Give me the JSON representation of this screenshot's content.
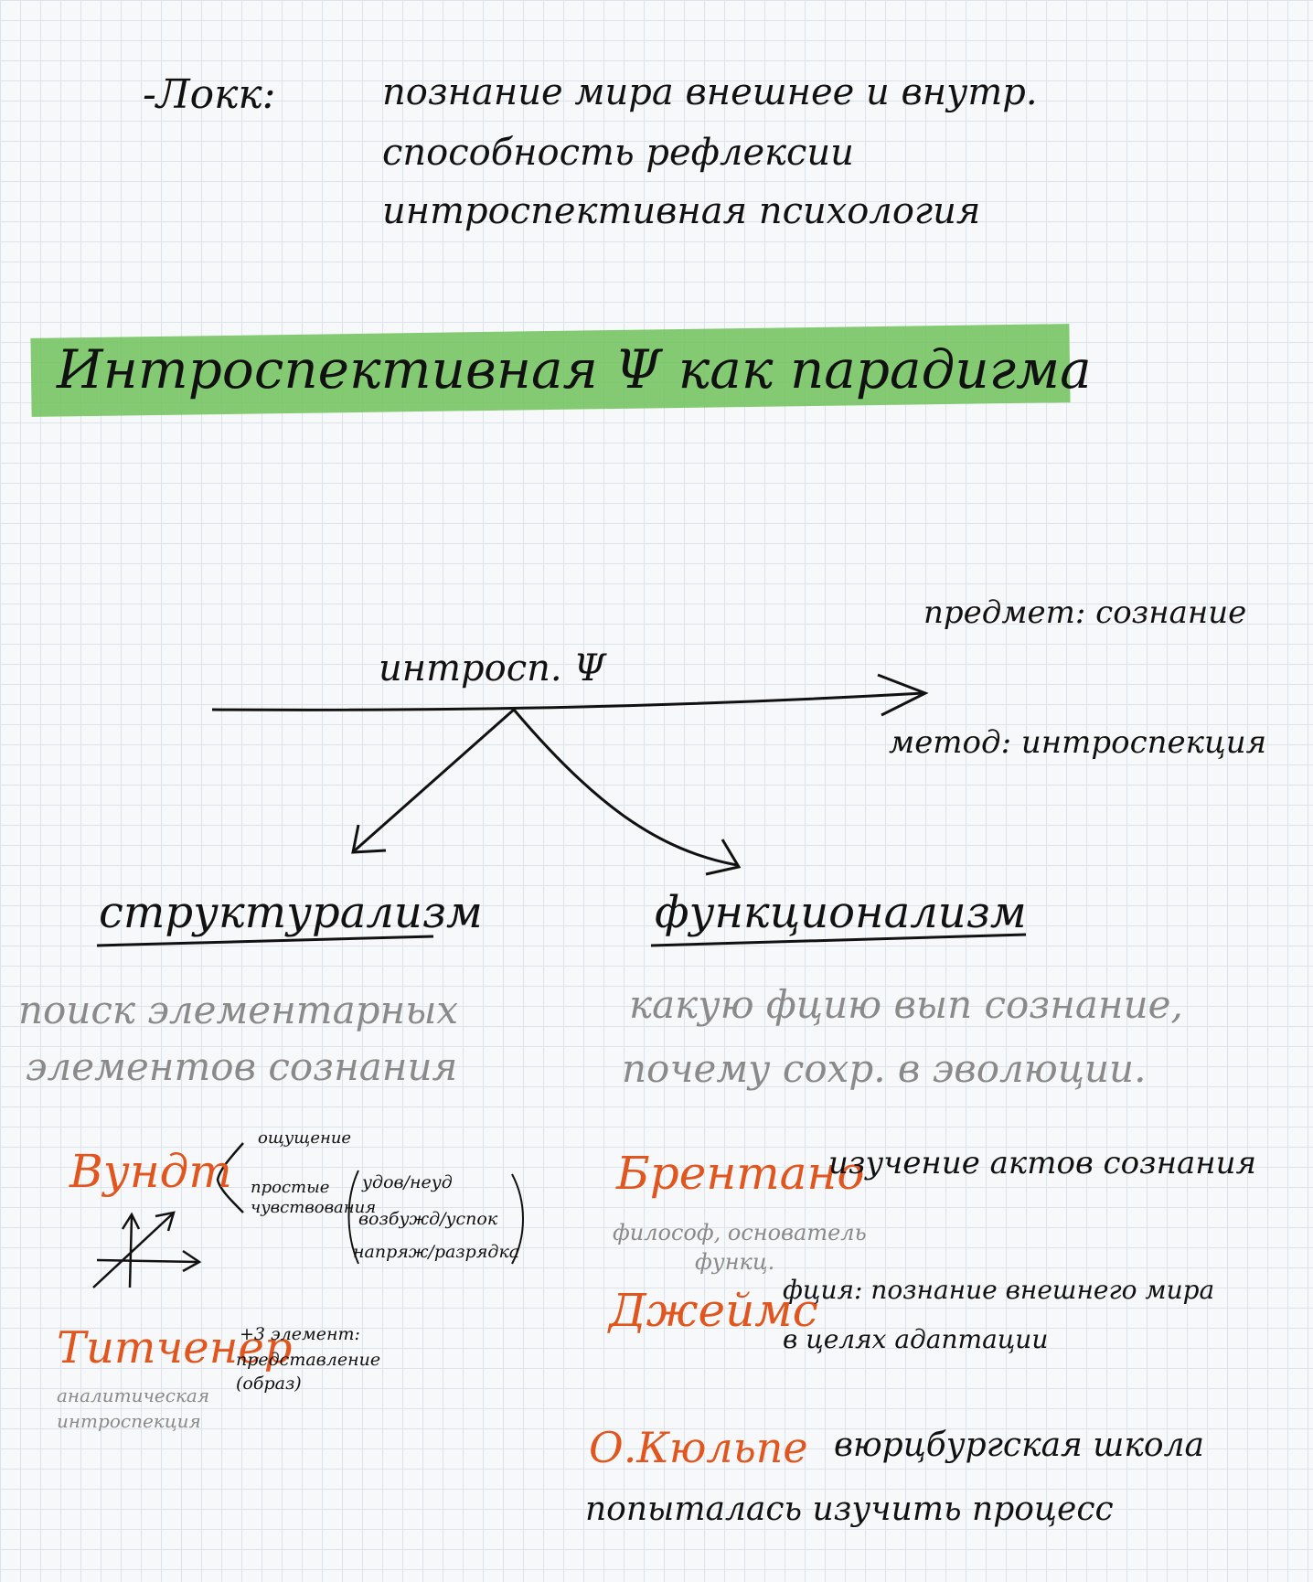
{
  "header": {
    "label": "-Локк:",
    "lines": [
      "познание мира внешнее и внутр.",
      "способность рефлексии",
      "интроспективная психология"
    ]
  },
  "title": "Интроспективная Ψ как парадигма",
  "diagram": {
    "center_label": "интросп. Ψ",
    "subject": "предмет: сознание",
    "method": "метод: интроспекция"
  },
  "left": {
    "heading": "структурализм",
    "desc_line1": "поиск элементарных",
    "desc_line2": "элементов сознания",
    "wundt": {
      "name": "Вундт",
      "item1": "ощущение",
      "item2a": "простые",
      "item2b": "чувствования",
      "pair1": "удов/неуд",
      "pair2": "возбужд/успок",
      "pair3": "напряж/разрядка"
    },
    "titchener": {
      "name": "Титченер",
      "note1": "+3 элемент:",
      "note2": "представление",
      "note3": "(образ)",
      "sub1": "аналитическая",
      "sub2": "интроспекция"
    }
  },
  "right": {
    "heading": "функционализм",
    "desc_line1": "какую фцию вып сознание,",
    "desc_line2": "почему сохр. в эволюции.",
    "brentano": {
      "name": "Брентано",
      "note": "изучение актов сознания",
      "sub1": "философ, основатель",
      "sub2": "функц."
    },
    "james": {
      "name": "Джеймс",
      "note1": "фция: познание внешнего мира",
      "note2": "в целях адаптации"
    },
    "kulpe": {
      "name": "О.Кюльпе",
      "note1": "вюрцбургская школа",
      "note2": "попыталась изучить процесс"
    }
  },
  "colors": {
    "ink": "#111111",
    "grey": "#8a8a8a",
    "accent": "#e0561e",
    "highlight": "#6fc25a",
    "grid": "#dde3ea"
  }
}
